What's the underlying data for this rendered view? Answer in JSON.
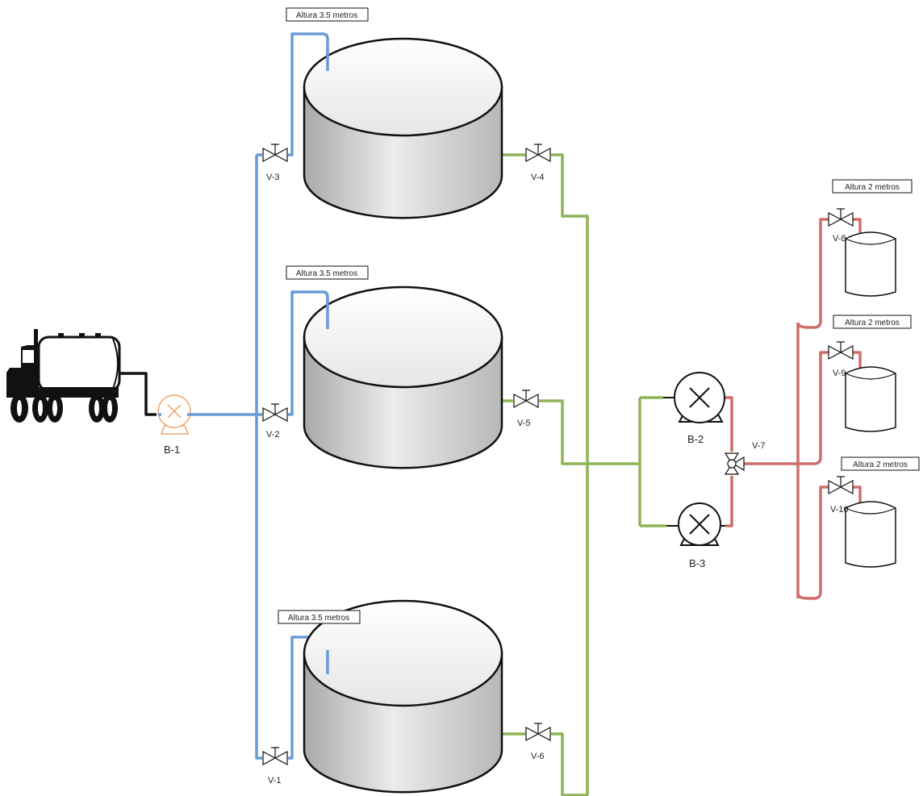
{
  "colors": {
    "fill_line": "#6b9bd7",
    "supply_line": "#8db356",
    "discharge_line": "#cd6e69",
    "feed_pump": "#f0a568",
    "outline": "#111111"
  },
  "truck": {
    "icon": "tanker-truck-icon"
  },
  "pumps": {
    "b1": "B-1",
    "b2": "B-2",
    "b3": "B-3"
  },
  "valves": {
    "v1": "V-1",
    "v2": "V-2",
    "v3": "V-3",
    "v4": "V-4",
    "v5": "V-5",
    "v6": "V-6",
    "v7": "V-7",
    "v8": "V-8",
    "v9": "V-9",
    "v10": "V-10"
  },
  "tank_labels": {
    "big_top": {
      "prefix": "Altura 3.5",
      "unit": "metros"
    },
    "big_middle": {
      "prefix": "Altura 3.5",
      "unit": "metros"
    },
    "big_bottom": {
      "prefix": "Altura 3.5",
      "unit": "metros"
    },
    "small_1": {
      "prefix": "Altura 2",
      "unit": "metros"
    },
    "small_2": {
      "prefix": "Altura 2",
      "unit": "metros"
    },
    "small_3": {
      "prefix": "Altura 2",
      "unit": "metros"
    }
  }
}
